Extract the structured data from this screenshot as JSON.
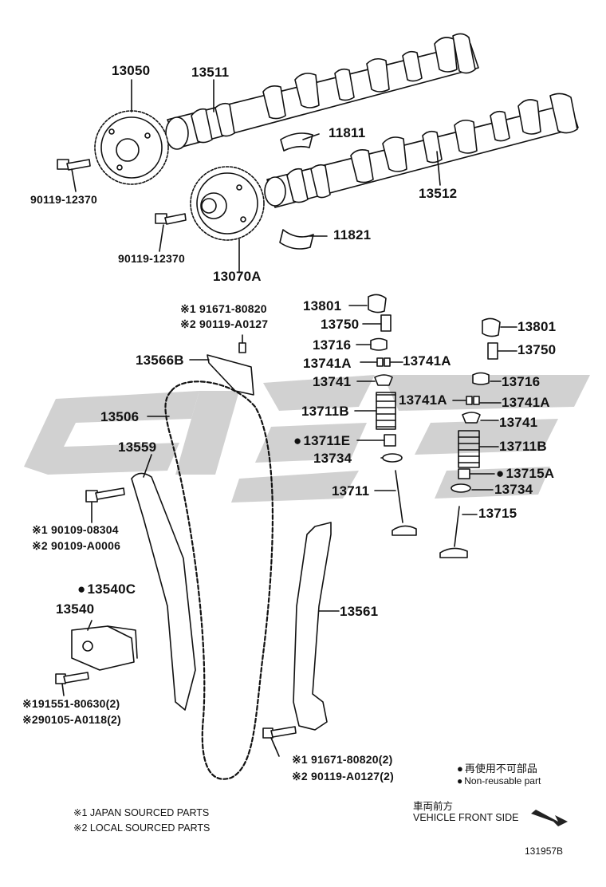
{
  "diagram_id": "131957B",
  "watermark_glyph": "watermark-logo",
  "labels": {
    "p13050": "13050",
    "p13511": "13511",
    "p11811": "11811",
    "p90119_12370_a": "90119-12370",
    "p13512": "13512",
    "p90119_12370_b": "90119-12370",
    "p11821": "11821",
    "p13070A": "13070A",
    "m1_91671_80820": "※1 91671-80820",
    "m2_90119_A0127": "※2 90119-A0127",
    "p13801_a": "13801",
    "p13750_a": "13750",
    "p13716_a": "13716",
    "p13741A_a1": "13741A",
    "p13741A_a2": "13741A",
    "p13741_a": "13741",
    "p13711B_a": "13711B",
    "p13711E": "13711E",
    "p13734_a": "13734",
    "p13711": "13711",
    "p13566B": "13566B",
    "p13506": "13506",
    "p13559": "13559",
    "p13801_b": "13801",
    "p13750_b": "13750",
    "p13716_b": "13716",
    "p13741A_b1": "13741A",
    "p13741A_b2": "13741A",
    "p13741_b": "13741",
    "p13711B_b": "13711B",
    "p13715A": "13715A",
    "p13734_b": "13734",
    "p13715": "13715",
    "m1_90109_08304": "※1 90109-08304",
    "m2_90109_A0006": "※2 90109-A0006",
    "p13540C": "13540C",
    "p13540": "13540",
    "p13561": "13561",
    "m1_91551_80630": "※191551-80630(2)",
    "m2_90105_A0118": "※290105-A0118(2)",
    "m1_91671_80820_2": "※1  91671-80820(2)",
    "m2_90119_A0127_2": "※2  90119-A0127(2)"
  },
  "legend": {
    "nonreusable_jp": "再使用不可部品",
    "nonreusable_en": "Non-reusable part"
  },
  "footnotes": {
    "japan": "※1 JAPAN SOURCED PARTS",
    "local": "※2 LOCAL SOURCED PARTS"
  },
  "direction": {
    "jp": "車両前方",
    "en": "VEHICLE FRONT SIDE"
  },
  "colors": {
    "line": "#111111",
    "watermark": "#c8c8c8",
    "arrow": "#222222"
  }
}
